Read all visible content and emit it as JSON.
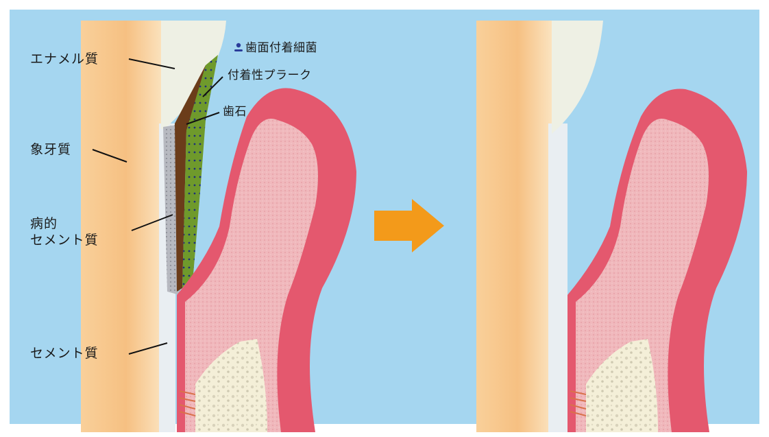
{
  "diagram": {
    "labels": {
      "enamel": "エナメル質",
      "dentin": "象牙質",
      "diseased_cementum_line1": "病的",
      "diseased_cementum_line2": "セメント質",
      "cementum": "セメント質",
      "surface_bacteria": "歯面付着細菌",
      "attached_plaque": "付着性プラーク",
      "calculus": "歯石"
    },
    "colors": {
      "background": "#a5d6f0",
      "dentin": "#f7c68c",
      "enamel": "#eef0e4",
      "gum_outer": "#e4586e",
      "gum_inner": "#f1b9bd",
      "bone": "#f6f1dc",
      "plaque": "#6f9a2c",
      "calculus": "#6b3c1a",
      "arrow": "#f39a1a"
    }
  }
}
